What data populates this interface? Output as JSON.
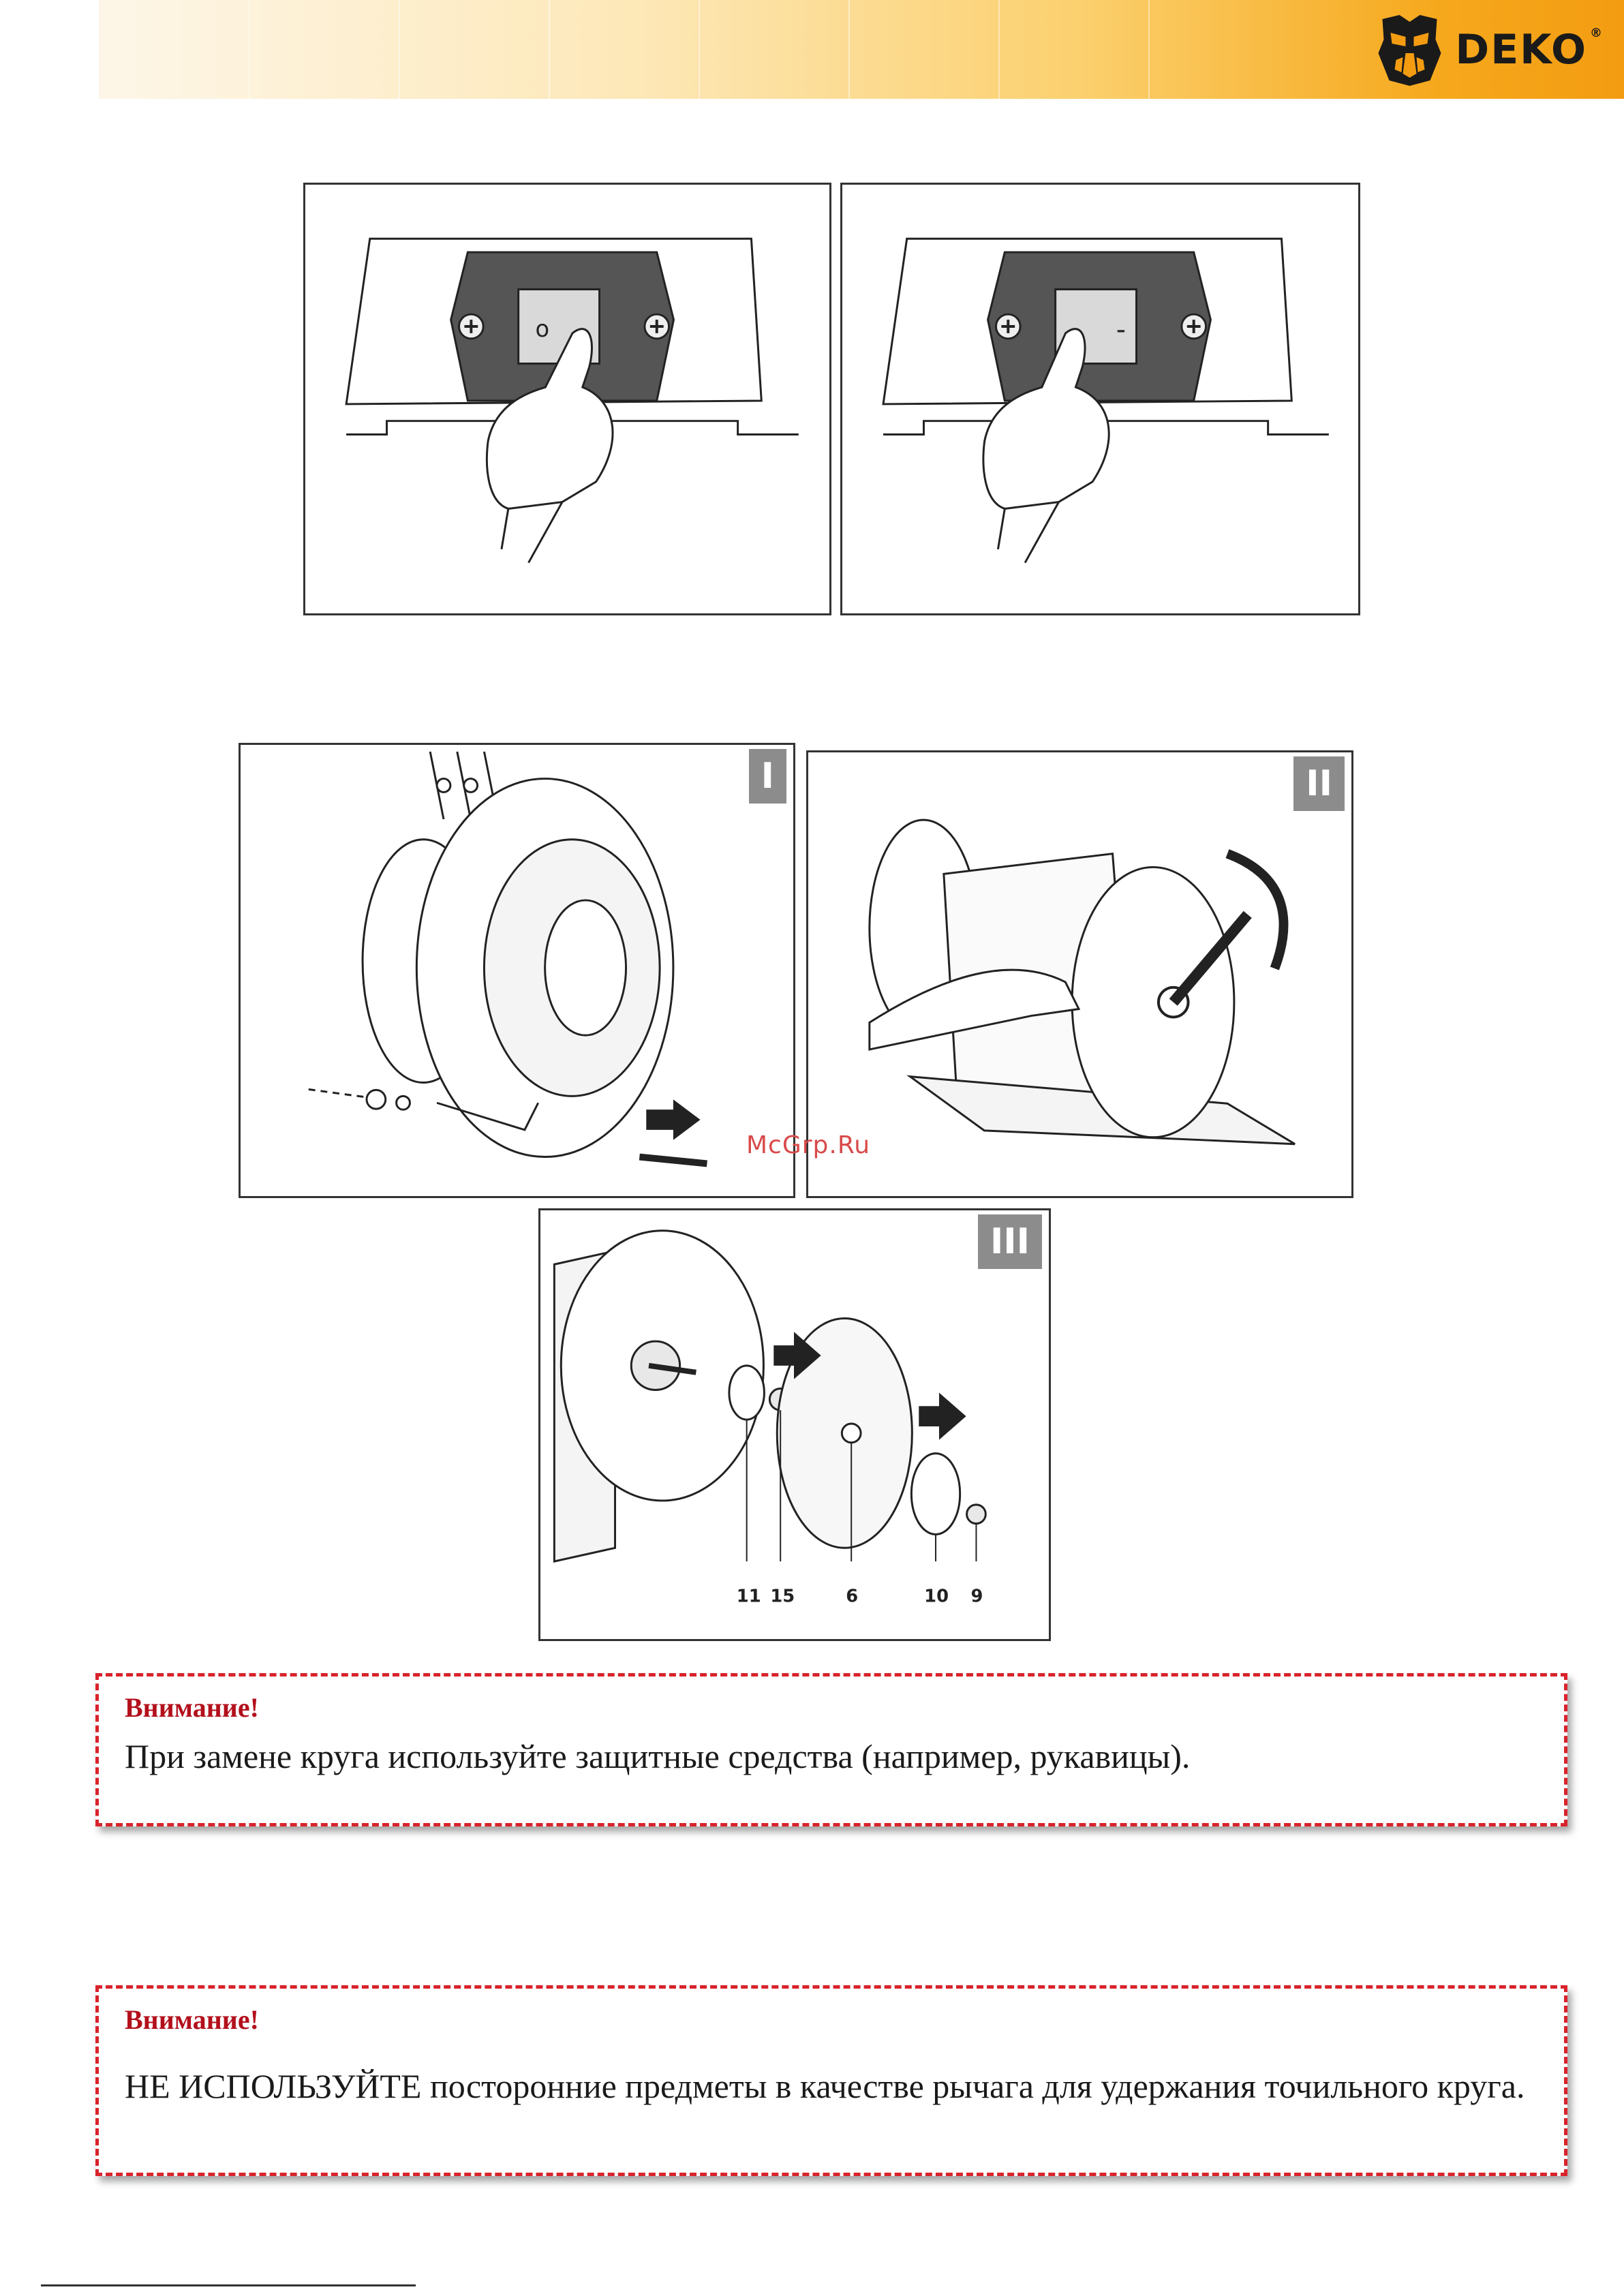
{
  "header": {
    "brand": "DEKO",
    "trademark": "®",
    "accent_color": "#f39c12"
  },
  "figures": {
    "switch_on": {
      "switch_symbol": "o"
    },
    "switch_off": {
      "switch_symbol": "-"
    },
    "step1": {
      "tag": "I"
    },
    "step2": {
      "tag": "II"
    },
    "step3": {
      "tag": "III",
      "labels": [
        "11",
        "15",
        "6",
        "10",
        "9"
      ]
    }
  },
  "watermark": "McGrp.Ru",
  "warnings": [
    {
      "title": "Внимание!",
      "text": "При замене круга используйте защитные средства (например, рукавицы)."
    },
    {
      "title": "Внимание!",
      "text": "НЕ ИСПОЛЬЗУЙТЕ посторонние предметы в качестве рычага для удержания точильного круга."
    }
  ]
}
